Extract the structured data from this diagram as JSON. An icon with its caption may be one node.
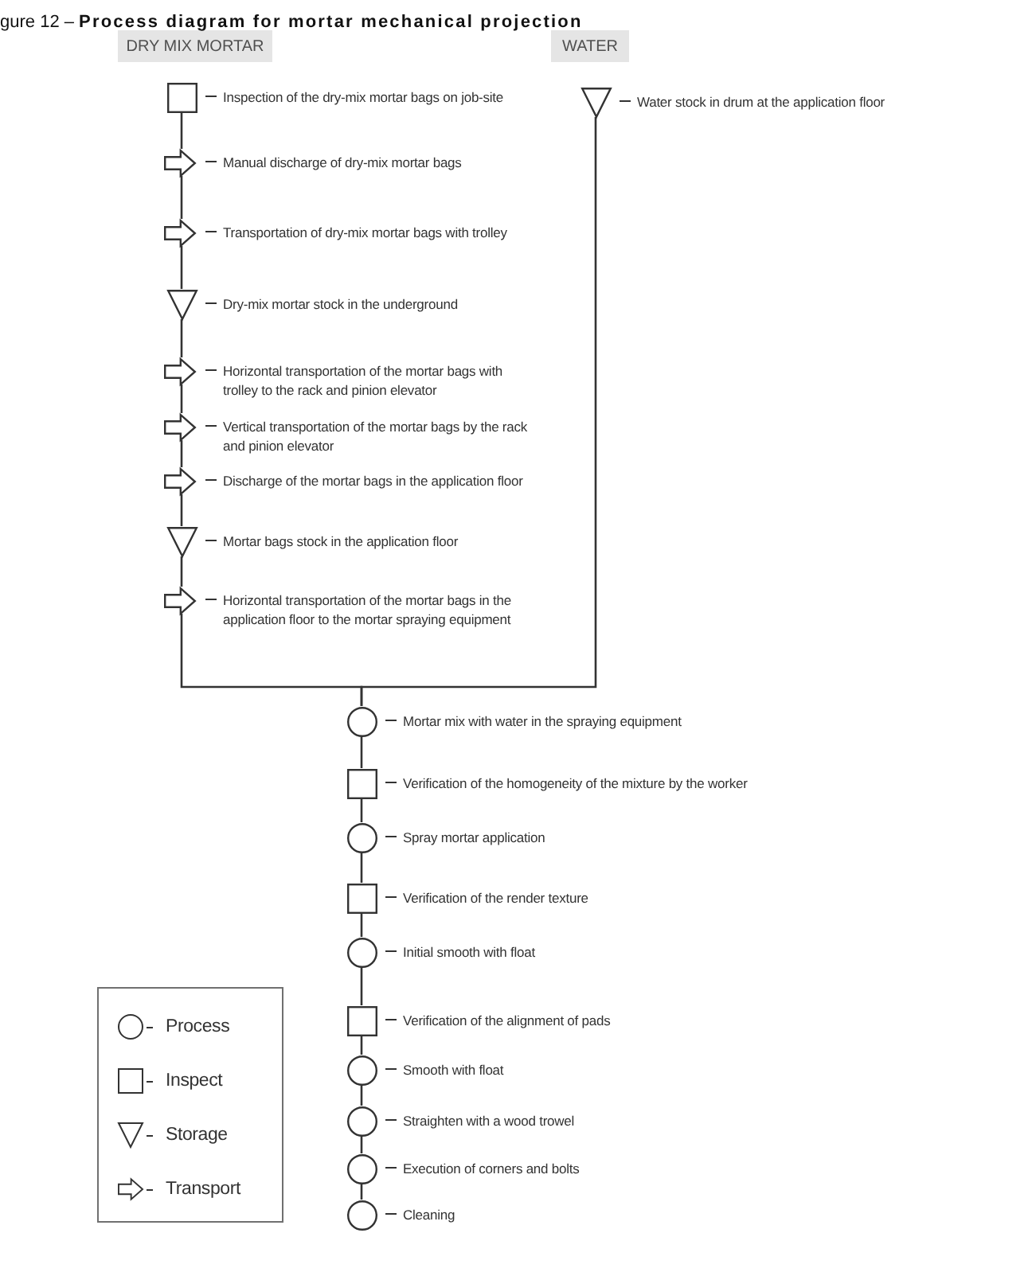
{
  "diagram": {
    "title": "gure 12 – **Process diagram for mortar mechanical projection**",
    "nodes": [
      {
        "text": [
          "DRY MIX MORTAR"
        ]
      },
      {
        "text": [
          "WATER"
        ]
      },
      {
        "text": [],
        "shape": "box",
        "beside": [
          "Inspection of the dry-mix mortar bags on job-site"
        ]
      },
      {
        "text": [],
        "shape": "arrow",
        "beside": [
          "Manual discharge of dry-mix mortar bags"
        ]
      },
      {
        "text": [],
        "shape": "arrow",
        "beside": [
          "Transportation of dry-mix mortar bags with trolley"
        ]
      },
      {
        "text": [],
        "shape": "triangle",
        "beside": [
          "Dry-mix mortar stock in the underground"
        ]
      },
      {
        "text": [],
        "shape": "arrow",
        "beside": [
          "Horizontal transportation of the mortar bags with trolley to the rack and pinion elevator"
        ]
      },
      {
        "text": [],
        "shape": "arrow",
        "beside": [
          "Vertical transportation of the mortar bags by the rack and pinion elevator"
        ]
      },
      {
        "text": [],
        "shape": "arrow",
        "beside": [
          "Discharge of the mortar bags in the application floor"
        ]
      },
      {
        "text": [],
        "shape": "triangle",
        "beside": [
          "Mortar bags stock in the application floor"
        ]
      },
      {
        "text": [],
        "shape": "arrow",
        "beside": [
          "Horizontal transportation of the mortar bags in the application floor to the mortar spraying equipment"
        ]
      },
      {
        "text": [],
        "shape": "triangle",
        "beside": [
          "Water stock in drum at the application floor"
        ]
      },
      {
        "text": [],
        "shape": "circle",
        "beside": [
          "Mortar mix with water in the spraying equipment"
        ]
      },
      {
        "text": [],
        "shape": "box",
        "beside": [
          "Verification of the homogeneity of the mixture by the worker"
        ]
      },
      {
        "text": [],
        "shape": "circle",
        "beside": [
          "Spray mortar application"
        ]
      },
      {
        "text": [],
        "shape": "box",
        "beside": [
          "Verification of the render texture"
        ]
      },
      {
        "text": [],
        "shape": "circle",
        "beside": [
          "Initial smooth with float"
        ]
      },
      {
        "text": [],
        "shape": "box",
        "beside": [
          "Verification of the alignment of pads"
        ]
      },
      {
        "text": [],
        "shape": "circle",
        "beside": [
          "Smooth with float"
        ]
      },
      {
        "text": [],
        "shape": "circle",
        "beside": [
          "Straighten with a wood trowel"
        ]
      },
      {
        "text": [],
        "shape": "circle",
        "beside": [
          "Execution of corners and bolts"
        ]
      },
      {
        "text": [],
        "shape": "circle",
        "beside": [
          "Cleaning"
        ]
      }
    ],
    "edges": [
      {
        "from": 2,
        "to": 3,
        "arrow": "none"
      },
      {
        "from": 3,
        "to": 4,
        "arrow": "none"
      },
      {
        "from": 4,
        "to": 5,
        "arrow": "none"
      },
      {
        "from": 5,
        "to": 6,
        "arrow": "none"
      },
      {
        "from": 6,
        "to": 7,
        "arrow": "none"
      },
      {
        "from": 7,
        "to": 8,
        "arrow": "none"
      },
      {
        "from": 8,
        "to": 9,
        "arrow": "none"
      },
      {
        "from": 9,
        "to": 10,
        "arrow": "none"
      },
      {
        "from": 10,
        "to": 12,
        "arrow": "none"
      },
      {
        "from": 11,
        "to": 12,
        "arrow": "none"
      },
      {
        "from": 12,
        "to": 13,
        "arrow": "none"
      },
      {
        "from": 13,
        "to": 14,
        "arrow": "none"
      },
      {
        "from": 14,
        "to": 15,
        "arrow": "none"
      },
      {
        "from": 15,
        "to": 16,
        "arrow": "none"
      },
      {
        "from": 16,
        "to": 17,
        "arrow": "none"
      },
      {
        "from": 17,
        "to": 18,
        "arrow": "none"
      },
      {
        "from": 18,
        "to": 19,
        "arrow": "none"
      },
      {
        "from": 19,
        "to": 20,
        "arrow": "none"
      },
      {
        "from": 20,
        "to": 21,
        "arrow": "none"
      }
    ],
    "legend": [
      {
        "text": "Process"
      },
      {
        "text": "Inspect"
      },
      {
        "text": "Storage"
      },
      {
        "text": "Transport"
      }
    ]
  }
}
